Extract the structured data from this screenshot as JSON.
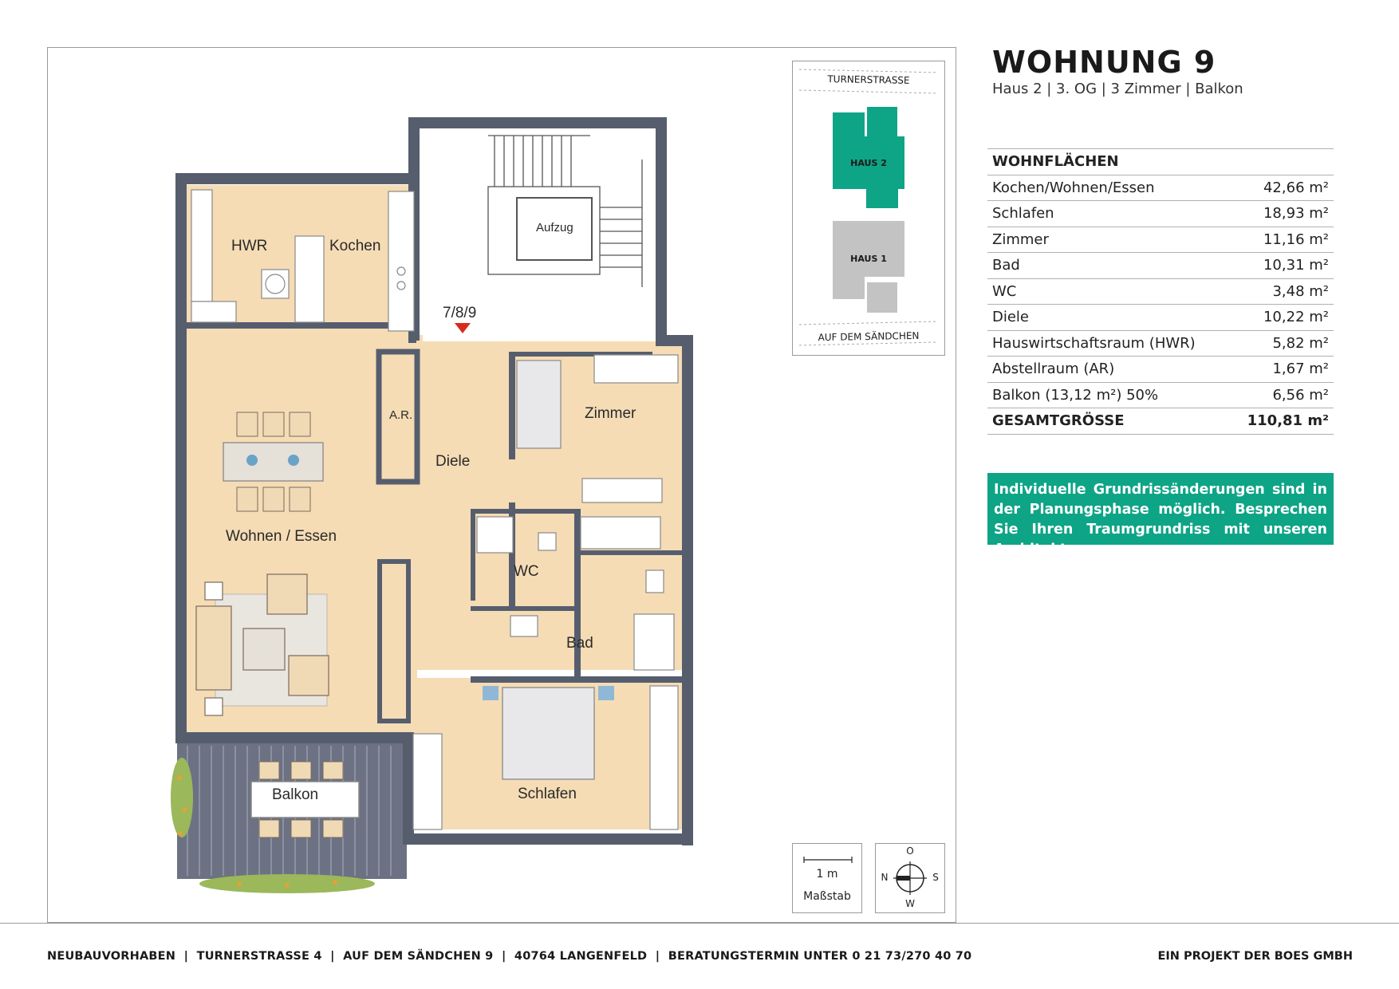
{
  "header": {
    "title": "WOHNUNG 9",
    "subtitle": "Haus 2 | 3. OG  | 3 Zimmer | Balkon"
  },
  "areas": {
    "heading": "WOHNFLÄCHEN",
    "rows": [
      {
        "label": "Kochen/Wohnen/Essen",
        "value": "42,66 m²"
      },
      {
        "label": "Schlafen",
        "value": "18,93 m²"
      },
      {
        "label": "Zimmer",
        "value": "11,16 m²"
      },
      {
        "label": "Bad",
        "value": "10,31 m²"
      },
      {
        "label": "WC",
        "value": "3,48 m²"
      },
      {
        "label": "Diele",
        "value": "10,22 m²"
      },
      {
        "label": "Hauswirtschaftsraum (HWR)",
        "value": "5,82 m²"
      },
      {
        "label": "Abstellraum (AR)",
        "value": "1,67 m²"
      },
      {
        "label": "Balkon (13,12 m²) 50%",
        "value": "6,56 m²"
      }
    ],
    "total": {
      "label": "GESAMTGRÖSSE",
      "value": "110,81 m²"
    }
  },
  "note": "Individuelle Grundrissänderungen sind in der Planungsphase möglich. Besprechen Sie Ihren Traumgrundriss mit unseren Architekten.",
  "site_plan": {
    "street_top": "TURNERSTRASSE",
    "street_bottom": "AUF DEM SÄNDCHEN",
    "house2": "HAUS 2",
    "house1": "HAUS 1",
    "house2_color": "#0ea486",
    "house1_color": "#c3c3c3"
  },
  "plan": {
    "rooms": {
      "hwr": "HWR",
      "kochen": "Kochen",
      "aufzug": "Aufzug",
      "apartments": "7/8/9",
      "ar": "A.R.",
      "diele": "Diele",
      "zimmer": "Zimmer",
      "wohnen": "Wohnen / Essen",
      "wc": "WC",
      "bad": "Bad",
      "balkon": "Balkon",
      "schlafen": "Schlafen"
    },
    "floor_color": "#f5dcb5",
    "wall_color": "#565e6e"
  },
  "scale": {
    "value": "1 m",
    "label": "Maßstab"
  },
  "compass": {
    "n": "N",
    "o": "O",
    "s": "S",
    "w": "W"
  },
  "footer": {
    "left": "NEUBAUVORHABEN  |  TURNERSTRASSE 4  |  AUF DEM SÄNDCHEN 9  |  40764 LANGENFELD  |  BERATUNGSTERMIN UNTER 0 21 73/270 40 70",
    "right": "EIN PROJEKT DER BOES GMBH"
  }
}
